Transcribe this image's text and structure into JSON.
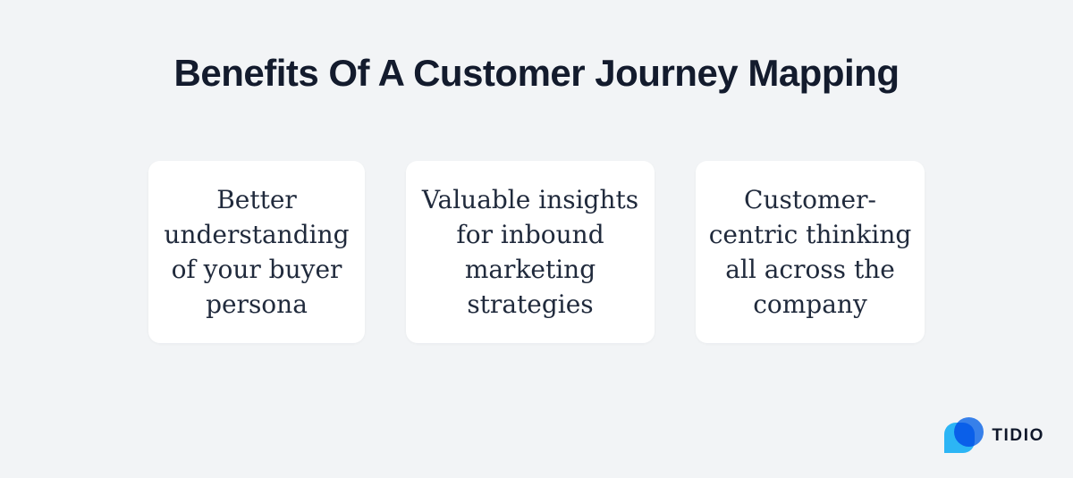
{
  "title": "Benefits Of A Customer Journey Mapping",
  "cards": [
    {
      "text": "Better\nunderstanding\nof your buyer\npersona"
    },
    {
      "text": "Valuable insights\nfor inbound\nmarketing\nstrategies"
    },
    {
      "text": "Customer-\ncentric thinking\nall across the\ncompany"
    }
  ],
  "logo": {
    "brand": "TIDIO"
  },
  "colors": {
    "background": "#f2f4f6",
    "card_bg": "#ffffff",
    "title_text": "#131b2d",
    "card_text": "#202a3c",
    "logo_cyan": "#2cb5f5",
    "logo_blue": "#3a86f3",
    "logo_text": "#0f172a"
  }
}
